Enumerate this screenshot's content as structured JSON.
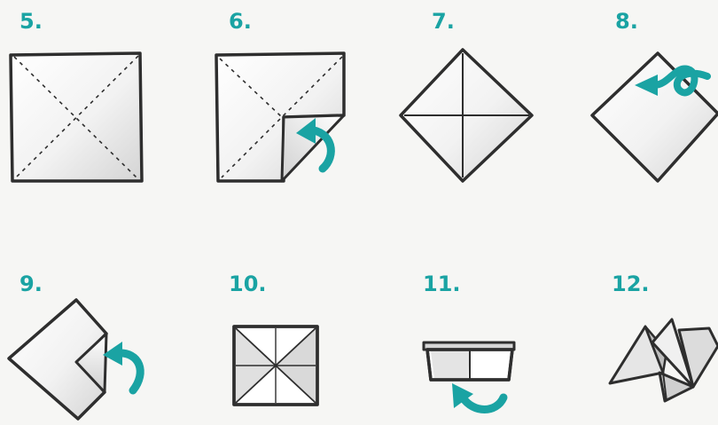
{
  "colors": {
    "accent": "#1aa3a3",
    "line": "#2e2e2e",
    "paper": "#ffffff",
    "shade": "#cfcfcf",
    "background": "#f6f6f4"
  },
  "steps": [
    {
      "label": "5.",
      "illustration": "square-with-dashed-diagonals"
    },
    {
      "label": "6.",
      "illustration": "square-corner-folded-with-arrow"
    },
    {
      "label": "7.",
      "illustration": "diamond-with-cross-creases"
    },
    {
      "label": "8.",
      "illustration": "diamond-with-flip-arrow"
    },
    {
      "label": "9.",
      "illustration": "diamond-corner-folded-with-arrow"
    },
    {
      "label": "10.",
      "illustration": "small-square-with-star-creases"
    },
    {
      "label": "11.",
      "illustration": "folded-rectangle-with-arrow"
    },
    {
      "label": "12.",
      "illustration": "finished-fortune-teller"
    }
  ]
}
